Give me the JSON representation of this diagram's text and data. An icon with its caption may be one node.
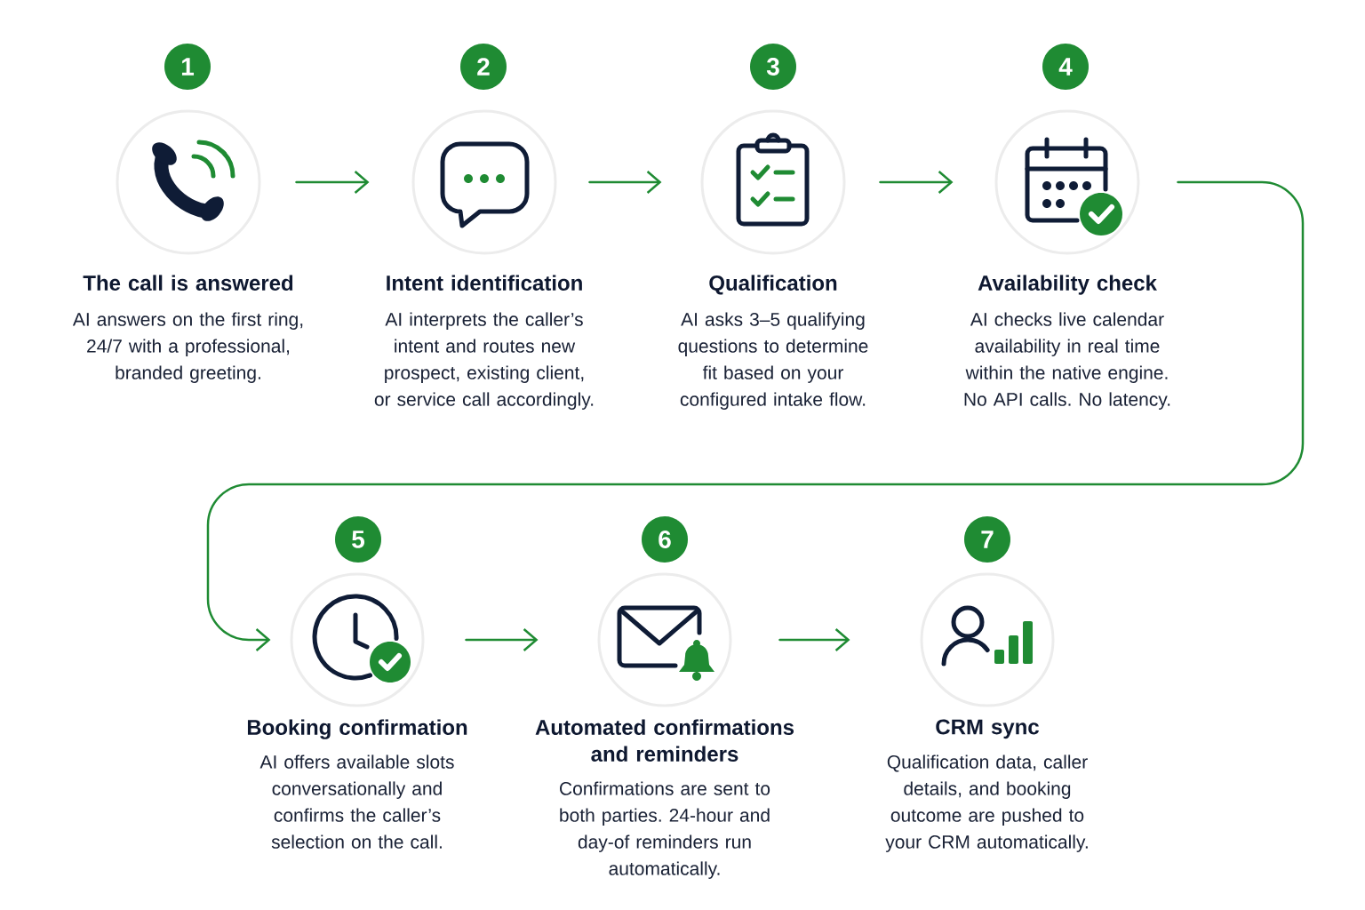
{
  "diagram": {
    "nodes": [
      {
        "text": [
          "1"
        ]
      },
      {
        "text": [
          "The call is answered",
          "AI answers on the first ring, 24/7 with a professional, branded greeting."
        ]
      },
      {
        "text": [
          "2"
        ]
      },
      {
        "text": [
          "Intent identification",
          "AI interprets the caller’s intent and routes new prospect, existing client, or service call accordingly."
        ]
      },
      {
        "text": [
          "3"
        ]
      },
      {
        "text": [
          "Qualification",
          "AI asks 3–5 qualifying questions to determine fit based on your configured intake flow."
        ]
      },
      {
        "text": [
          "4"
        ]
      },
      {
        "text": [
          "Availability check",
          "AI checks live calendar availability in real time within the native engine. No API calls. No latency."
        ]
      },
      {
        "text": [
          "5"
        ]
      },
      {
        "text": [
          "Booking confirmation",
          "AI offers available slots conversationally and confirms the caller’s selection on the call."
        ]
      },
      {
        "text": [
          "6"
        ]
      },
      {
        "text": [
          "Automated confirmations and reminders",
          "Confirmations are sent to both parties. 24-hour and day-of reminders run automatically."
        ]
      },
      {
        "text": [
          "7"
        ]
      },
      {
        "text": [
          "CRM sync",
          "Qualification data, caller details, and booking outcome are pushed to your CRM automatically."
        ]
      }
    ],
    "edges": [
      {
        "from": 1,
        "to": 3,
        "arrow": "to"
      },
      {
        "from": 3,
        "to": 5,
        "arrow": "to"
      },
      {
        "from": 5,
        "to": 7,
        "arrow": "to"
      },
      {
        "from": 7,
        "to": 9,
        "arrow": "to"
      },
      {
        "from": 9,
        "to": 11,
        "arrow": "to"
      },
      {
        "from": 11,
        "to": 13,
        "arrow": "to"
      }
    ]
  }
}
